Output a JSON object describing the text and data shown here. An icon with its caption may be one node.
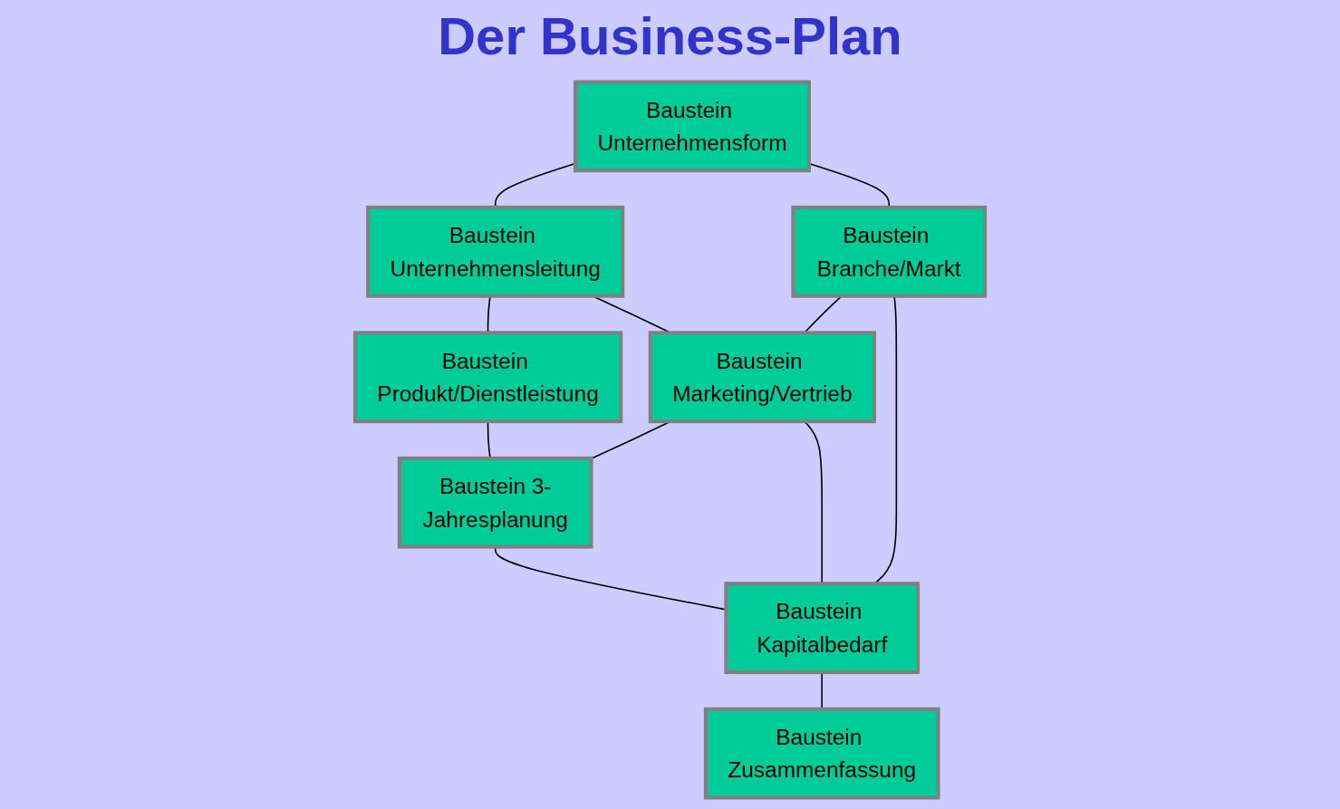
{
  "diagram": {
    "title": "Der Business-Plan",
    "nodes": [
      {
        "text": [
          "Baustein Unternehmensform"
        ]
      },
      {
        "text": [
          "Baustein Unternehmensleitung"
        ]
      },
      {
        "text": [
          "Baustein Produkt/Dienstleistung"
        ]
      },
      {
        "text": [
          "Baustein Branche/Markt"
        ]
      },
      {
        "text": [
          "Baustein Marketing/Vertrieb"
        ]
      },
      {
        "text": [
          "Baustein 3-Jahresplanung"
        ]
      },
      {
        "text": [
          "Baustein Kapitalbedarf"
        ]
      },
      {
        "text": [
          "Baustein Zusammenfassung"
        ]
      }
    ],
    "edges": [
      {
        "from": 0,
        "to": 1,
        "arrow": "none"
      },
      {
        "from": 1,
        "to": 2,
        "arrow": "none"
      },
      {
        "from": 0,
        "to": 3,
        "arrow": "none"
      },
      {
        "from": 1,
        "to": 4,
        "arrow": "none"
      },
      {
        "from": 2,
        "to": 5,
        "arrow": "none"
      },
      {
        "from": 3,
        "to": 4,
        "arrow": "none"
      },
      {
        "from": 4,
        "to": 5,
        "arrow": "none"
      },
      {
        "from": 3,
        "to": 6,
        "arrow": "none"
      },
      {
        "from": 4,
        "to": 6,
        "arrow": "none"
      },
      {
        "from": 5,
        "to": 6,
        "arrow": "none"
      },
      {
        "from": 6,
        "to": 7,
        "arrow": "none"
      }
    ]
  }
}
